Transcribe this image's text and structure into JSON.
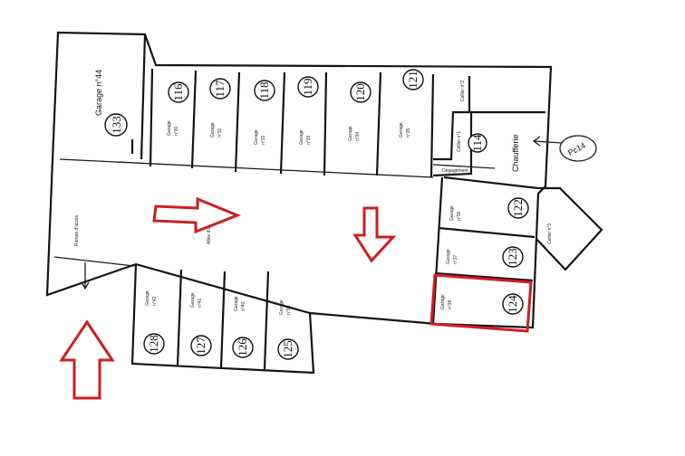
{
  "plan": {
    "garages_top": [
      {
        "num": "116",
        "label": "Garage",
        "sub": "n°30"
      },
      {
        "num": "117",
        "label": "Garage",
        "sub": "n°31"
      },
      {
        "num": "118",
        "label": "Garage",
        "sub": "n°32"
      },
      {
        "num": "119",
        "label": "Garage",
        "sub": "n°33"
      },
      {
        "num": "120",
        "label": "Garage",
        "sub": "n°34"
      },
      {
        "num": "121",
        "label": "Garage",
        "sub": "n°35"
      }
    ],
    "garage_133": {
      "num": "133",
      "label": "Garage n°44"
    },
    "garages_right": [
      {
        "num": "122",
        "label": "Garage",
        "sub": "n°36"
      },
      {
        "num": "123",
        "label": "Garage",
        "sub": "n°37"
      },
      {
        "num": "124",
        "label": "Garage",
        "sub": "n°38"
      }
    ],
    "garages_bottom": [
      {
        "num": "128",
        "label": "Garage",
        "sub": "n°42"
      },
      {
        "num": "127",
        "label": "Garage",
        "sub": "n°41"
      },
      {
        "num": "126",
        "label": "Garage",
        "sub": "n°40"
      },
      {
        "num": "125",
        "label": "Garage",
        "sub": "n°39"
      }
    ],
    "cellar_114": {
      "num": "114",
      "label": "Cellier n°1"
    },
    "cellar_top": "Cellier n°2",
    "cellar_right": "Cellier n°3",
    "chaufferie": "Chaufferie",
    "pc": "Pc14",
    "ramp_label": "Rampe d'accès",
    "aisle_label": "Allée d'accès",
    "degagement": "Dégagement",
    "highlight_color": "#d31c24",
    "arrow_color": "#cc1f1f"
  }
}
